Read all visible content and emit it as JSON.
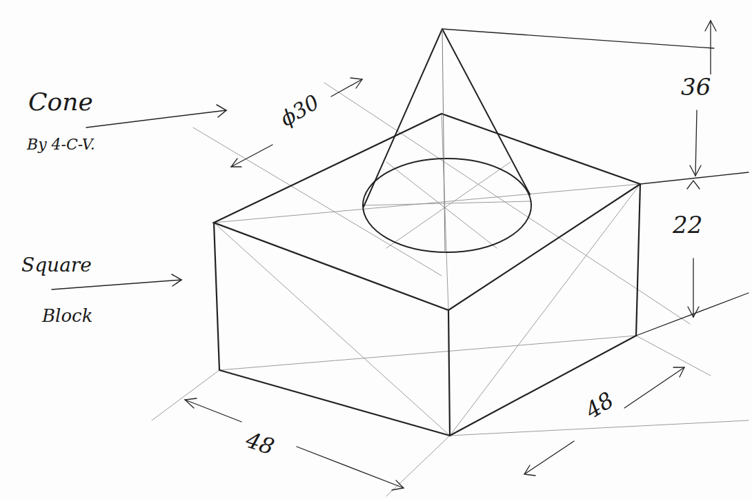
{
  "diagram": {
    "labels": [
      "Cone",
      "By 4-C-V.",
      "Square",
      "Block",
      "ϕ30",
      "36",
      "22",
      "48",
      "48"
    ]
  }
}
